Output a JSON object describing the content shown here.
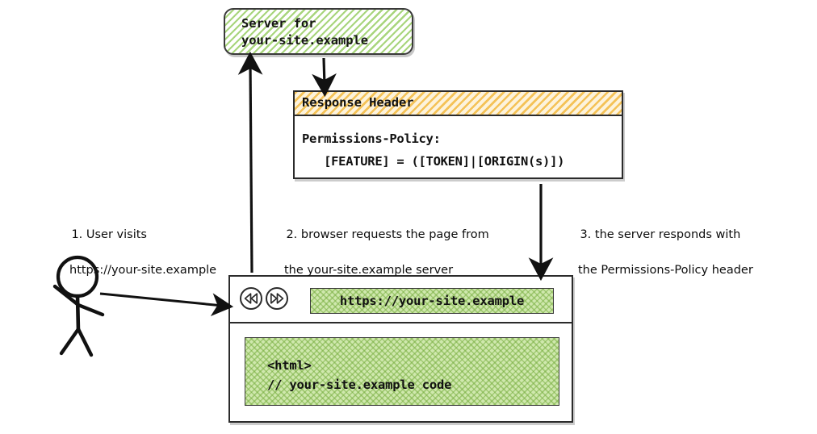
{
  "diagram": {
    "title": "Permissions-Policy response header flow",
    "colors": {
      "hatch_green": "#a8d57c",
      "hatch_green_fill": "#cfe8ad",
      "hatch_orange": "#f4c257",
      "ink": "#111111",
      "background": "#ffffff"
    }
  },
  "server": {
    "label": "Server for\nyour-site.example"
  },
  "response_header": {
    "title": "Response Header",
    "body": "Permissions-Policy:\n   [FEATURE] = ([TOKEN]|[ORIGIN(s)])"
  },
  "browser": {
    "back_icon": "rewind-double-triangle-left-icon",
    "forward_icon": "fastforward-double-triangle-right-icon",
    "url": "https://your-site.example",
    "page_code": "<html>\n// your-site.example code"
  },
  "actor": {
    "icon": "stick-figure-user-icon"
  },
  "captions": [
    {
      "id": "step-1",
      "line1": "1. User visits",
      "line2": "https://your-site.example"
    },
    {
      "id": "step-2",
      "line1": "2. browser requests the page from",
      "line2": "the your-site.example server"
    },
    {
      "id": "step-3",
      "line1": "3. the server responds with",
      "line2": "the Permissions-Policy header"
    }
  ],
  "arrows": [
    {
      "id": "user-to-browser",
      "from": "user",
      "to": "browser"
    },
    {
      "id": "browser-to-server",
      "from": "browser",
      "to": "server"
    },
    {
      "id": "server-to-response-header",
      "from": "server",
      "to": "response-header"
    },
    {
      "id": "response-header-to-browser",
      "from": "response-header",
      "to": "browser"
    }
  ]
}
